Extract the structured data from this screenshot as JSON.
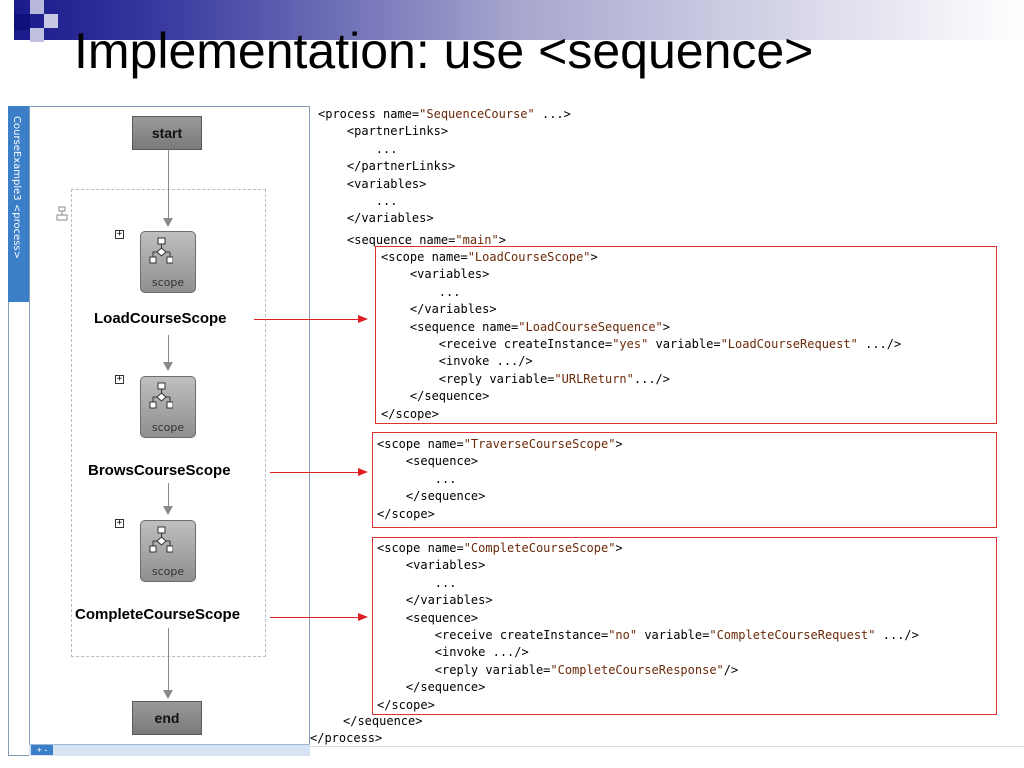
{
  "slide": {
    "title": "Implementation: use <sequence>"
  },
  "colors": {
    "accent": "#3a7fc8",
    "highlight_box": "#e03030",
    "arrow": "#e02020",
    "string_literal": "#6b2a0a"
  },
  "designer": {
    "tab_label": "CourseExample3 <process>",
    "zoom_label": "+ -",
    "start_label": "start",
    "end_label": "end",
    "collapse_icon": "collapse-icon",
    "scopes": [
      {
        "name": "LoadCourseScope",
        "box_label": "scope",
        "expand": "+"
      },
      {
        "name": "BrowsCourseScope",
        "box_label": "scope",
        "expand": "+"
      },
      {
        "name": "CompleteCourseScope",
        "box_label": "scope",
        "expand": "+"
      }
    ]
  },
  "code": {
    "header": [
      {
        "pre": "<process name=",
        "str": "\"SequenceCourse\"",
        "post": " ...>"
      },
      {
        "pre": "    <partnerLinks>",
        "str": "",
        "post": ""
      },
      {
        "pre": "        ...",
        "str": "",
        "post": ""
      },
      {
        "pre": "    </partnerLinks>",
        "str": "",
        "post": ""
      },
      {
        "pre": "    <variables>",
        "str": "",
        "post": ""
      },
      {
        "pre": "        ...",
        "str": "",
        "post": ""
      },
      {
        "pre": "    </variables>",
        "str": "",
        "post": ""
      }
    ],
    "sequence_open": {
      "pre": "<sequence name=",
      "str": "\"main\"",
      "post": ">"
    },
    "scope1": [
      {
        "pre": "<scope name=",
        "str": "\"LoadCourseScope\"",
        "post": ">"
      },
      {
        "pre": "    <variables>",
        "str": "",
        "post": ""
      },
      {
        "pre": "        ...",
        "str": "",
        "post": ""
      },
      {
        "pre": "    </variables>",
        "str": "",
        "post": ""
      },
      {
        "pre": "    <sequence name=",
        "str": "\"LoadCourseSequence\"",
        "post": ">"
      },
      {
        "pre": "        <receive createInstance=",
        "str": "\"yes\"",
        "post": " variable=",
        "str2": "\"LoadCourseRequest\"",
        "post2": " .../>"
      },
      {
        "pre": "        <invoke .../>",
        "str": "",
        "post": ""
      },
      {
        "pre": "        <reply variable=",
        "str": "\"URLReturn\"",
        "post": ".../>"
      },
      {
        "pre": "    </sequence>",
        "str": "",
        "post": ""
      },
      {
        "pre": "</scope>",
        "str": "",
        "post": ""
      }
    ],
    "scope2": [
      {
        "pre": "<scope name=",
        "str": "\"TraverseCourseScope\"",
        "post": ">"
      },
      {
        "pre": "    <sequence>",
        "str": "",
        "post": ""
      },
      {
        "pre": "        ...",
        "str": "",
        "post": ""
      },
      {
        "pre": "    </sequence>",
        "str": "",
        "post": ""
      },
      {
        "pre": "</scope>",
        "str": "",
        "post": ""
      }
    ],
    "scope3": [
      {
        "pre": "<scope name=",
        "str": "\"CompleteCourseScope\"",
        "post": ">"
      },
      {
        "pre": "    <variables>",
        "str": "",
        "post": ""
      },
      {
        "pre": "        ...",
        "str": "",
        "post": ""
      },
      {
        "pre": "    </variables>",
        "str": "",
        "post": ""
      },
      {
        "pre": "    <sequence>",
        "str": "",
        "post": ""
      },
      {
        "pre": "        <receive createInstance=",
        "str": "\"no\"",
        "post": " variable=",
        "str2": "\"CompleteCourseRequest\"",
        "post2": " .../>"
      },
      {
        "pre": "        <invoke .../>",
        "str": "",
        "post": ""
      },
      {
        "pre": "        <reply variable=",
        "str": "\"CompleteCourseResponse\"",
        "post": "/>"
      },
      {
        "pre": "    </sequence>",
        "str": "",
        "post": ""
      },
      {
        "pre": "</scope>",
        "str": "",
        "post": ""
      }
    ],
    "sequence_close": {
      "pre": "</sequence>",
      "str": "",
      "post": ""
    },
    "process_close": {
      "pre": "</process>",
      "str": "",
      "post": ""
    }
  }
}
